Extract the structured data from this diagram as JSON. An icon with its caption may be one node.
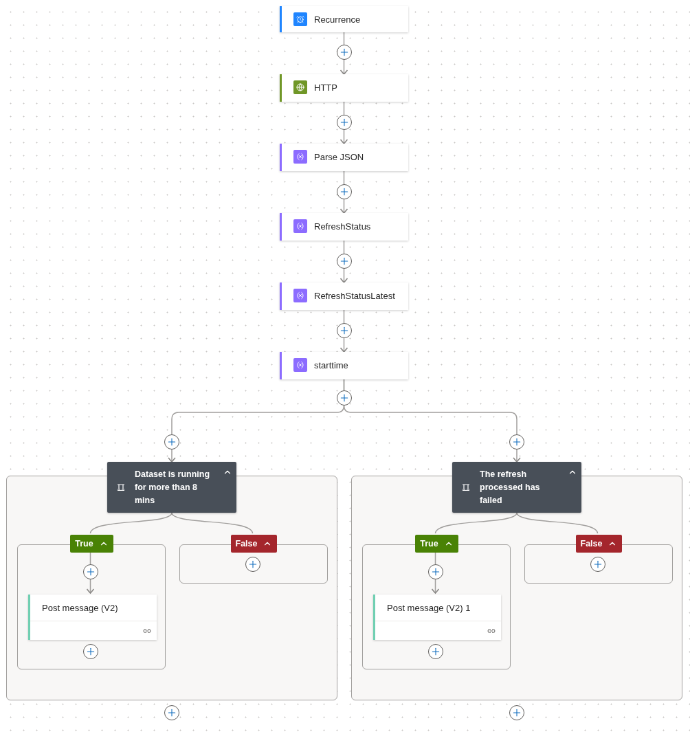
{
  "diagram": {
    "nodes": [
      {
        "text": [
          "Recurrence"
        ]
      },
      {
        "text": [
          "HTTP"
        ]
      },
      {
        "text": [
          "Parse JSON"
        ]
      },
      {
        "text": [
          "RefreshStatus"
        ]
      },
      {
        "text": [
          "RefreshStatusLatest"
        ]
      },
      {
        "text": [
          "starttime"
        ]
      },
      {
        "text": [],
        "shape": "box"
      },
      {
        "text": [
          "Dataset is running for more than 8 mins"
        ]
      },
      {
        "text": [
          "True"
        ],
        "in": 6
      },
      {
        "text": [
          "False"
        ],
        "in": 6
      },
      {
        "text": [
          "Post message (V2)"
        ],
        "in": 8
      },
      {
        "text": [],
        "shape": "box"
      },
      {
        "text": [
          "The refresh processed has failed"
        ]
      },
      {
        "text": [
          "True"
        ],
        "in": 11
      },
      {
        "text": [
          "False"
        ],
        "in": 11
      },
      {
        "text": [
          "Post message (V2) 1"
        ],
        "in": 13
      }
    ],
    "edges": [
      {
        "from": 0,
        "to": 1,
        "arrow": "to"
      },
      {
        "from": 1,
        "to": 2,
        "arrow": "to"
      },
      {
        "from": 2,
        "to": 3,
        "arrow": "to"
      },
      {
        "from": 3,
        "to": 4,
        "arrow": "to"
      },
      {
        "from": 4,
        "to": 5,
        "arrow": "to"
      },
      {
        "from": 5,
        "to": 7,
        "arrow": "to"
      },
      {
        "from": 5,
        "to": 12,
        "arrow": "to"
      },
      {
        "from": 7,
        "to": 8,
        "arrow": "none"
      },
      {
        "from": 7,
        "to": 9,
        "arrow": "none"
      },
      {
        "from": 8,
        "to": 10,
        "arrow": "to"
      },
      {
        "from": 12,
        "to": 13,
        "arrow": "none"
      },
      {
        "from": 12,
        "to": 14,
        "arrow": "none"
      },
      {
        "from": 13,
        "to": 15,
        "arrow": "to"
      }
    ]
  }
}
